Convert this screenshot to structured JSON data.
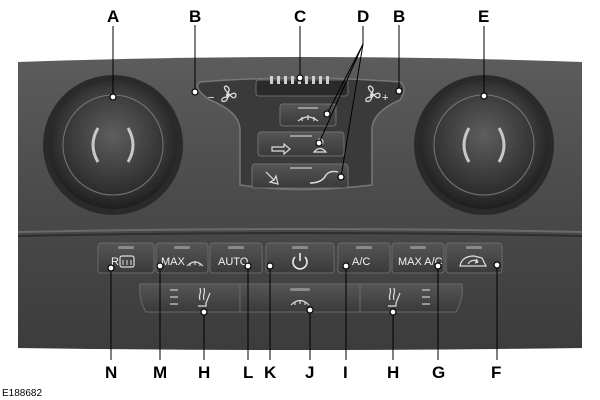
{
  "figure_id": "E188682",
  "callouts": {
    "a": "A",
    "b_left": "B",
    "c": "C",
    "d": "D",
    "b_right": "B",
    "e": "E",
    "n": "N",
    "m": "M",
    "h_left": "H",
    "l": "L",
    "k": "K",
    "j": "J",
    "i": "I",
    "h_right": "H",
    "g": "G",
    "f": "F"
  },
  "buttons": {
    "rear_defrost": "R",
    "max_defrost": "MAX",
    "auto": "AUTO",
    "ac": "A/C",
    "max_ac": "MAX A/C"
  },
  "fan": {
    "minus": "−",
    "plus": "+"
  },
  "icons": {
    "fan": "fan-icon",
    "windshield_defrost": "windshield-defrost-icon",
    "power": "power-icon",
    "recirculation": "recirculation-icon",
    "heated_seat": "heated-seat-icon",
    "airflow_panel": "airflow-panel-icon",
    "airflow_feet": "airflow-feet-icon",
    "occupant": "occupant-icon"
  }
}
